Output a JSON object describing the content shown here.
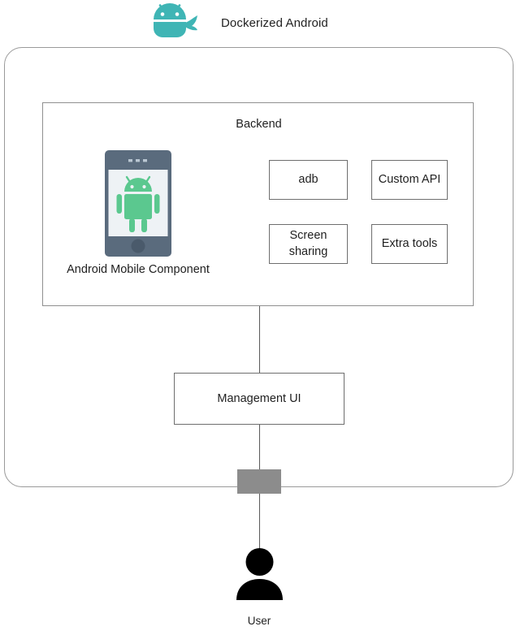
{
  "title": {
    "text": "Dockerized Android",
    "logo_icon": "docker-android-whale-icon"
  },
  "container": {
    "name": "dockerized-android-boundary"
  },
  "backend": {
    "label": "Backend",
    "device": {
      "label": "Android Mobile Component",
      "icon": "android-robot-icon",
      "dots_icon": "speaker-dots-icon",
      "home_button_icon": "home-button-icon"
    },
    "features": [
      {
        "label": "adb"
      },
      {
        "label": "Custom API"
      },
      {
        "label": "Screen\nsharing",
        "line1": "Screen",
        "line2": "sharing"
      },
      {
        "label": "Extra tools"
      }
    ]
  },
  "management_ui": {
    "label": "Management UI"
  },
  "port": {
    "name": "exposed-port",
    "color": "#8c8c8c"
  },
  "user": {
    "label": "User",
    "icon": "user-actor-icon"
  },
  "colors": {
    "brand_teal": "#3fb5b5",
    "android_green": "#5bc88f",
    "phone_body": "#5a6b7d",
    "phone_screen": "#eef2f5",
    "port_gray": "#8c8c8c",
    "border_gray": "#9a9a9a",
    "background": "#ffffff"
  }
}
